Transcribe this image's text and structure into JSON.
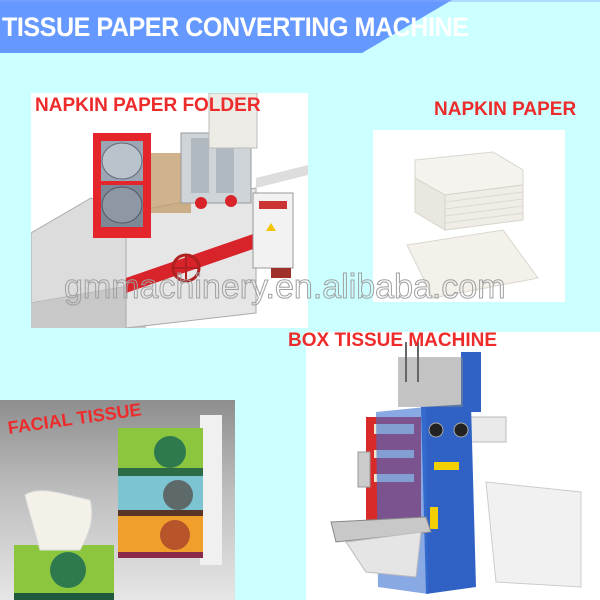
{
  "header": {
    "title": "TISSUE PAPER CONVERTING MACHINE",
    "color": "#6699ff"
  },
  "background_color": "#ccffff",
  "label_color": "#ee2b2b",
  "panels": [
    {
      "id": "napkin-paper-folder",
      "label": "NAPKIN PAPER FOLDER",
      "image": "napkin folding machine with red rollers"
    },
    {
      "id": "napkin-paper",
      "label": "NAPKIN PAPER",
      "image": "stack of white folded napkins"
    },
    {
      "id": "box-tissue-machine",
      "label": "BOX TISSUE MACHINE",
      "image": "blue box tissue machine"
    },
    {
      "id": "facial-tissue",
      "label": "FACIAL TISSUE",
      "image": "green, blue and orange facial tissue packs"
    }
  ],
  "watermark": {
    "part1": "gmmachinery",
    "part2": ".en.alibaba.com"
  }
}
